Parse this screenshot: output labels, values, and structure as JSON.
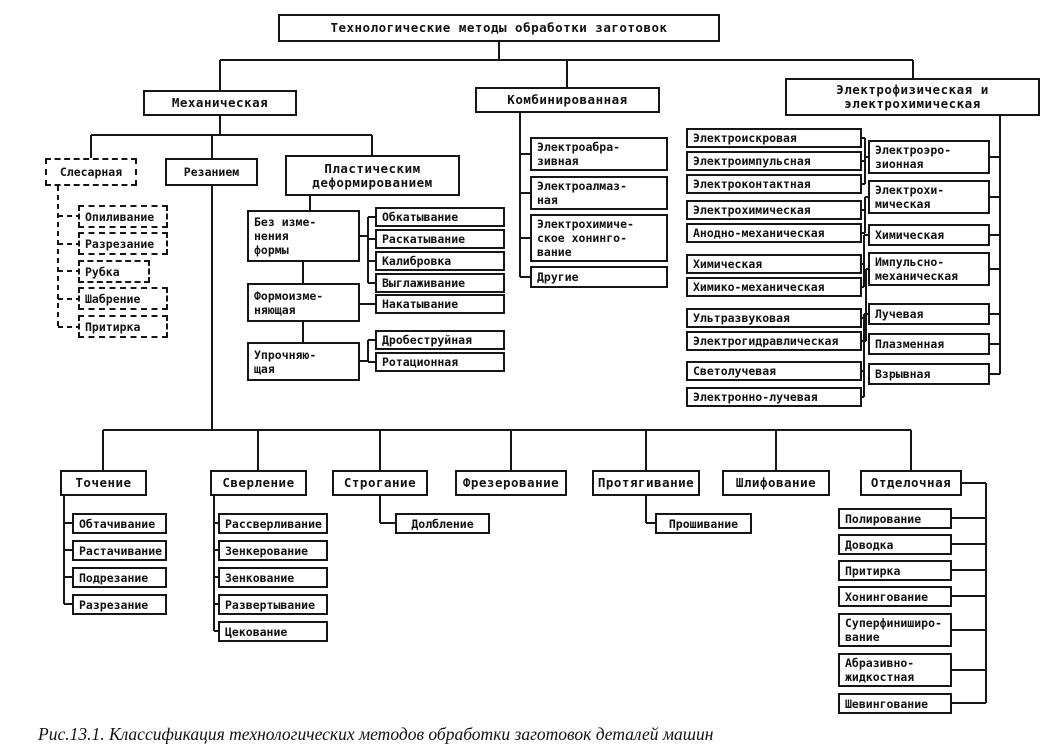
{
  "caption": "Рис.13.1. Классификация технологических методов обработки заготовок деталей машин",
  "nodes": {
    "root": "Технологические методы обработки заготовок",
    "mech": "Механическая",
    "comb": "Комбинированная",
    "electro": "Электрофизическая и\nэлектрохимическая",
    "slesarnaya": "Слесарная",
    "opilivanie": "Опиливание",
    "razrezanie_sl": "Разрезание",
    "rubka": "Рубка",
    "shabrenie": "Шабрение",
    "pritirka_sl": "Притирка",
    "rezaniem": "Резанием",
    "plastich": "Пластическим\nдеформированием",
    "bez_izm": "Без изме-\nнения\nформы",
    "formoizm": "Формоизме-\nняющая",
    "uprochn": "Упрочняю-\nщая",
    "obkatyvanie": "Обкатывание",
    "raskatyvanie": "Раскатывание",
    "kalibrovka": "Калибровка",
    "vyglazhivanie": "Выглаживание",
    "nakatyvanie": "Накатывание",
    "drobestruynaya": "Дробеструйная",
    "rotacionnaya": "Ротационная",
    "elektroabrazivnaya": "Электроабра-\nзивная",
    "elektroalmaznaya": "Электроалмаз-\nная",
    "elektrohim_honingovanie": "Электрохимиче-\nское хонинго-\nвание",
    "drugie": "Другие",
    "elektroiskrovaya": "Электроискровая",
    "elektroimpulsnaya": "Электроимпульсная",
    "elektrokontaktnaya": "Электроконтактная",
    "elektrohimicheskaya": "Электрохимическая",
    "anodno_mehanicheskaya": "Анодно-механическая",
    "himicheskaya": "Химическая",
    "himiko_mehanicheskaya": "Химико-механическая",
    "ultrazvukovaya": "Ультразвуковая",
    "elektrogidravlicheskaya": "Электрогидравлическая",
    "svetoluchevaya": "Светолучевая",
    "elektronno_luchevaya": "Электронно-лучевая",
    "elektroerozionnaya": "Электроэро-\nзионная",
    "elektrohimicheskaya_r": "Электрохи-\nмическая",
    "himicheskaya_r": "Химическая",
    "impulsno_mehanicheskaya": "Импульсно-\nмеханическая",
    "luchevaya": "Лучевая",
    "plazmennaya": "Плазменная",
    "vzryvnaya": "Взрывная",
    "tochenie": "Точение",
    "obtachivanie": "Обтачивание",
    "rastachivanie": "Растачивание",
    "podrezanie": "Подрезание",
    "razrezanie_t": "Разрезание",
    "sverlenie": "Сверление",
    "rassverlivanie": "Рассверливание",
    "zenkerovanie": "Зенкерование",
    "zenkovanie": "Зенкование",
    "razvertyvanie": "Развертывание",
    "cekovanie": "Цекование",
    "stroganie": "Строгание",
    "dolblenie": "Долбление",
    "frezerovanie": "Фрезерование",
    "protyagivanie": "Протягивание",
    "proshivanie": "Прошивание",
    "shlifovanie": "Шлифование",
    "otdelochnaya": "Отделочная",
    "polirovanie": "Полирование",
    "dovodka": "Доводка",
    "pritirka_o": "Притирка",
    "honingovanie": "Хонингование",
    "superfinishirovanie": "Суперфиниширо-\nвание",
    "abrazivno_zhidkostnaya": "Абразивно-\nжидкостная",
    "shevingovanie": "Шевингование"
  }
}
